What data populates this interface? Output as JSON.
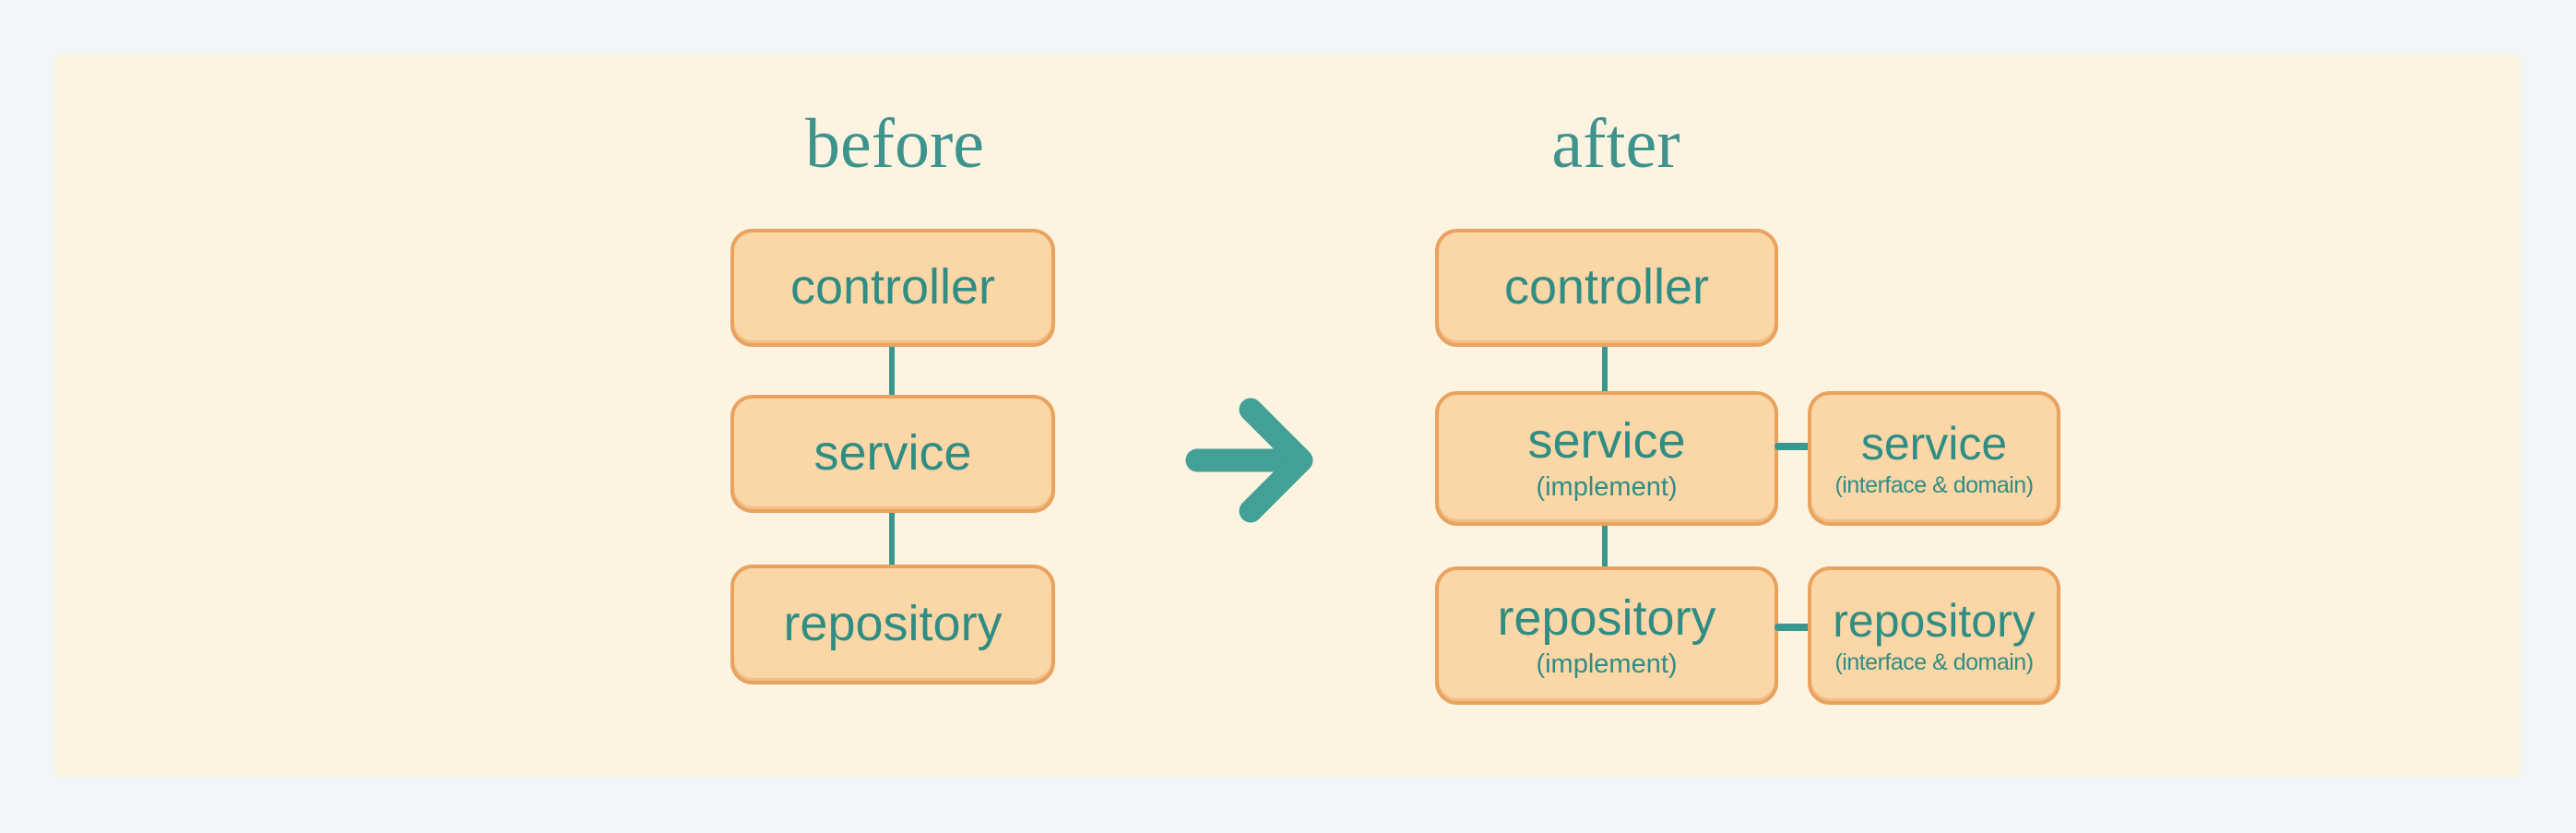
{
  "colors": {
    "outer_background": "#f2f6f8",
    "panel_background": "#fdf3e1",
    "node_fill": "#fbd6a6",
    "node_border": "#e9a35f",
    "node_text_teal": "#2f8d84",
    "title_teal": "#3e938d",
    "connector_teal": "#3a978e"
  },
  "before": {
    "title": "before",
    "nodes": [
      {
        "label": "controller"
      },
      {
        "label": "service"
      },
      {
        "label": "repository"
      }
    ]
  },
  "arrow": {
    "icon": "right-arrow-icon"
  },
  "after": {
    "title": "after",
    "nodes": [
      {
        "label": "controller"
      },
      {
        "label": "service",
        "sublabel": "(implement)"
      },
      {
        "label": "service",
        "sublabel": "(interface & domain)"
      },
      {
        "label": "repository",
        "sublabel": "(implement)"
      },
      {
        "label": "repository",
        "sublabel": "(interface & domain)"
      }
    ]
  }
}
